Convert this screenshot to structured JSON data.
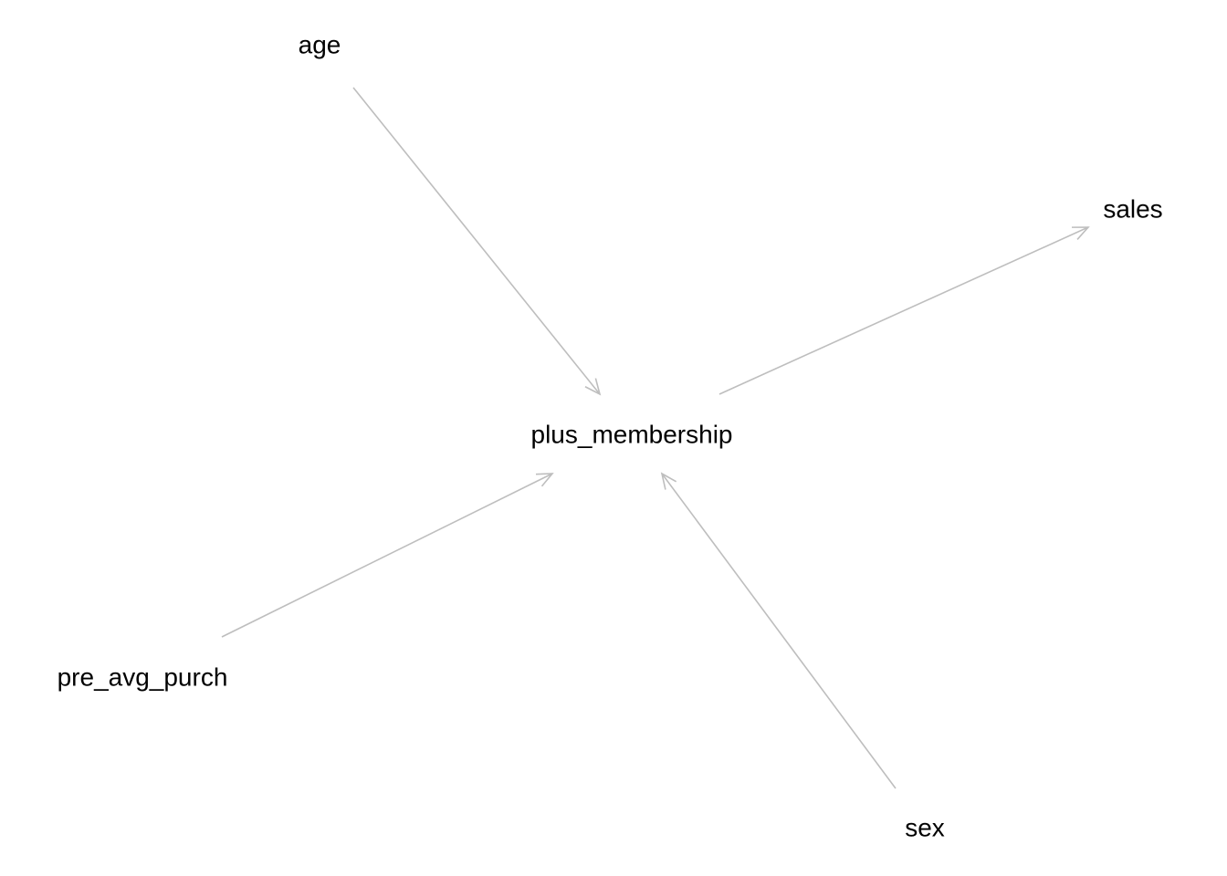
{
  "diagram": {
    "type": "directed-acyclic-graph",
    "edge_color": "#bebebe",
    "text_color": "#000000",
    "background": "#ffffff",
    "nodes": [
      {
        "id": "age",
        "label": "age"
      },
      {
        "id": "sales",
        "label": "sales"
      },
      {
        "id": "plus_membership",
        "label": "plus_membership"
      },
      {
        "id": "pre_avg_purch",
        "label": "pre_avg_purch"
      },
      {
        "id": "sex",
        "label": "sex"
      }
    ],
    "edges": [
      {
        "from": "age",
        "to": "plus_membership"
      },
      {
        "from": "plus_membership",
        "to": "sales"
      },
      {
        "from": "pre_avg_purch",
        "to": "plus_membership"
      },
      {
        "from": "sex",
        "to": "plus_membership"
      }
    ]
  }
}
